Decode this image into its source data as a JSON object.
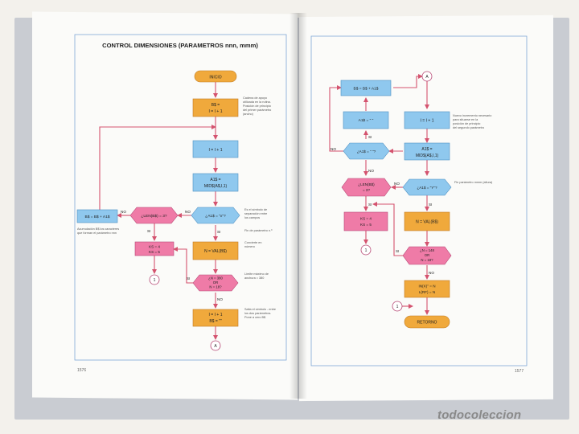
{
  "left_page": {
    "title": "CONTROL DIMENSIONES (PARAMETROS nnn, mmm)",
    "page_number": "1576",
    "nodes": {
      "inicio": "INICIO",
      "set_b": [
        "B$ =",
        "I = I + 1"
      ],
      "inc_i": "I = I + 1",
      "a_mid": [
        "A1$ =",
        "MID$(A$,I,1)"
      ],
      "cond_x": "¿A1$ = \"x\"?",
      "cond_len": "¿LEN(B$) = 3?",
      "concat": "B$ = B$ + A1$",
      "ks": [
        "KS = 4",
        "KS = 5"
      ],
      "n_val": "N = VAL(B$)",
      "cond_n": [
        "¿N = 380",
        "OR",
        "N = 18?"
      ],
      "reset": [
        "I = I + 1",
        "B$ = \"\""
      ],
      "conn_1": "1",
      "conn_a": "A"
    },
    "labels": {
      "yes": "SI",
      "no": "NO"
    },
    "annotations": {
      "a1": [
        "Cadena de apoyo",
        "utilizada en la rutina.",
        "Posición de principio",
        "del primer parámetro",
        "(ancho)"
      ],
      "a2": [
        "Es el símbolo de",
        "separación entre",
        "los campos"
      ],
      "a3": [
        "Fin de parámetro n.º"
      ],
      "a4": [
        "Convierte en",
        "número"
      ],
      "a5": [
        "Límite máximo de",
        "anchura = 380"
      ],
      "a6": [
        "Salta el símbolo - entre",
        "los dos parámetros.",
        "Pone a cero B$"
      ],
      "a7": [
        "Acumulación B$ los caracteres",
        "que forman el parámetro nnn"
      ]
    }
  },
  "right_page": {
    "page_number": "1577",
    "nodes": {
      "conn_a": "A",
      "concat": "B$ = B$ + A1$",
      "a_blank": "A1$ = \" \"",
      "inc_i": "I = I + 1",
      "a_mid": [
        "A1$ =",
        "MID$(A$,I,1)"
      ],
      "cond_blank": "¿A1$ = \" \"?",
      "cond_len": [
        "¿LEN(B$)",
        "= 3?"
      ],
      "cond_y": "¿A1$ = \"Y\"?",
      "ks": [
        "KS = 4",
        "KS = 5"
      ],
      "n_val": "N = VAL(B$)",
      "cond_n": [
        "¿N = 148",
        "OR",
        "N = 18?"
      ],
      "assign": [
        "IN(X)° = N",
        "L(RF) = N"
      ],
      "conn_1a": "1",
      "conn_1b": "1",
      "retorno": "RETORNO"
    },
    "labels": {
      "yes": "SI",
      "no": "NO"
    },
    "annotations": {
      "b1": [
        "Nuevo incremento necesario",
        "para situarse en la",
        "posición de principio",
        "del segundo parámetro"
      ],
      "b2": [
        "Fin parámetro mmm (altura)"
      ]
    }
  },
  "watermark": "todocoleccion",
  "colors": {
    "orange": "#f0a93c",
    "blue": "#8fc8ee",
    "pink": "#ef7ba7",
    "arrow": "#d4536f",
    "frame": "#7fa7d6"
  }
}
